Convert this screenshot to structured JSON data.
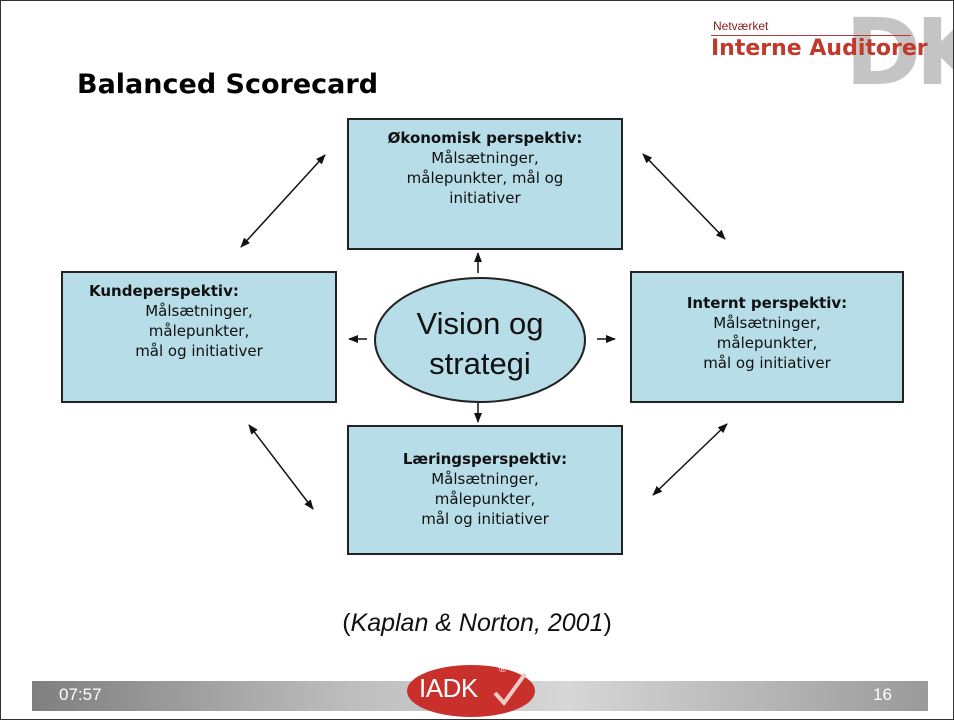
{
  "header": {
    "logo_small": "Netværket",
    "logo_main": "Interne Auditorer",
    "logo_big": "DK"
  },
  "title": "Balanced Scorecard",
  "diagram": {
    "center": {
      "line1": "Vision og",
      "line2": "strategi"
    },
    "top": {
      "heading": "Økonomisk perspektiv:",
      "body": "Målsætninger,\nmålepunkter, mål og\ninitiativer"
    },
    "left": {
      "heading": "Kundeperspektiv:",
      "body": "Målsætninger,\nmålepunkter,\nmål og initiativer"
    },
    "right": {
      "heading": "Internt perspektiv:",
      "body": "Målsætninger,\nmålepunkter,\nmål og initiativer"
    },
    "bottom": {
      "heading": "Læringsperspektiv:",
      "body": "Målsætninger,\nmålepunkter,\nmål og initiativer"
    }
  },
  "citation": {
    "open": "(",
    "authors": "Kaplan & Norton, 2001",
    "close": ")"
  },
  "footer": {
    "time": "07:57",
    "page": "16",
    "logo": "IADK",
    "logo_mark": "®"
  },
  "colors": {
    "box_fill": "#b7dde8",
    "accent": "#c0392b",
    "footer": "#bdbdbd"
  }
}
